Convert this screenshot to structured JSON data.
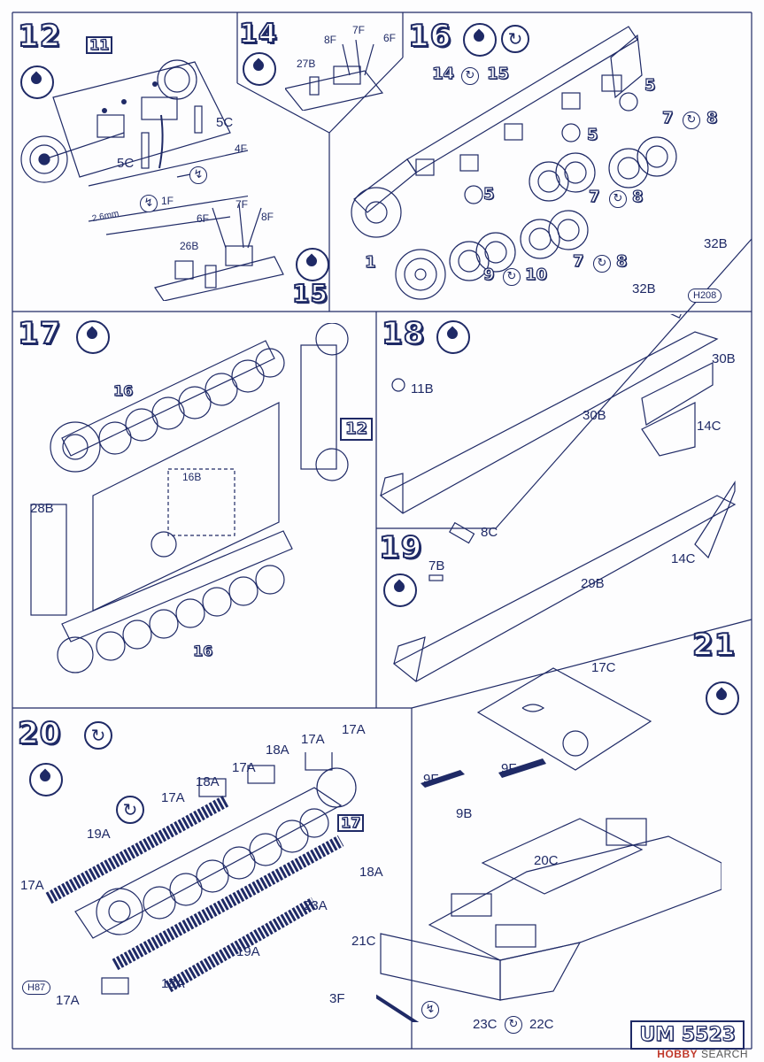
{
  "steps": {
    "s11": "11",
    "s12": "12",
    "s14": "14",
    "s15": "15",
    "s16": "16",
    "s17": "17",
    "s18": "18",
    "s19": "19",
    "s20": "20",
    "s21": "21"
  },
  "step12": {
    "parts": {
      "p5c_a": "5C",
      "p5c_b": "5C",
      "p4f": "4F",
      "p1f": "1F",
      "p26mm": "2.6mm"
    }
  },
  "step14": {
    "parts": {
      "p8f": "8F",
      "p7f": "7F",
      "p6f": "6F",
      "p27b": "27B"
    }
  },
  "step15": {
    "parts": {
      "p6f": "6F",
      "p7f": "7F",
      "p8f": "8F",
      "p26b": "26B"
    }
  },
  "step16": {
    "ref_14": "14",
    "ref_15": "15",
    "n5a": "5",
    "n5b": "5",
    "n5c": "5",
    "n7a": "7",
    "n8a": "8",
    "n7b": "7",
    "n8b": "8",
    "n7c": "7",
    "n8c": "8",
    "n1": "1",
    "n9": "9",
    "n10": "10"
  },
  "step17": {
    "parts": {
      "p16a": "16",
      "p16b": "16B",
      "p12": "12",
      "p28b": "28B",
      "p16c": "16"
    }
  },
  "step18": {
    "parts": {
      "p11b": "11B",
      "p32b_a": "32B",
      "p32b_b": "32B",
      "h208": "H208",
      "p30b_a": "30B",
      "p30b_b": "30B",
      "p14c": "14C"
    }
  },
  "step19": {
    "parts": {
      "p8c": "8C",
      "p7b": "7B",
      "p29b": "29B",
      "p14c": "14C"
    }
  },
  "step20": {
    "parts": {
      "a17a_1": "17A",
      "a17a_2": "17A",
      "a18a_1": "18A",
      "a17a_3": "17A",
      "a18a_2": "18A",
      "a17a_4": "17A",
      "a19a_1": "19A",
      "a17": "17",
      "a18a_3": "18A",
      "a17a_5": "17A",
      "a23a": "23A",
      "a19a_2": "19A",
      "a18a_4": "18A",
      "h87": "H87",
      "a17a_6": "17A"
    }
  },
  "step21": {
    "parts": {
      "p17c": "17C",
      "p9f_a": "9F",
      "p9f_b": "9F",
      "p9b": "9B",
      "p20c": "20C",
      "p21c": "21C",
      "p3f": "3F",
      "p23c": "23C",
      "p22c": "22C"
    }
  },
  "footer": {
    "code": "UM 5523",
    "watermark_brand": "HOBBY",
    "watermark_rest": "SEARCH"
  },
  "colors": {
    "ink": "#1f2a66",
    "paper": "#fdfdfe"
  },
  "icons": [
    "glue-drop-icon",
    "rotate-view-icon",
    "cut-mark-icon"
  ]
}
